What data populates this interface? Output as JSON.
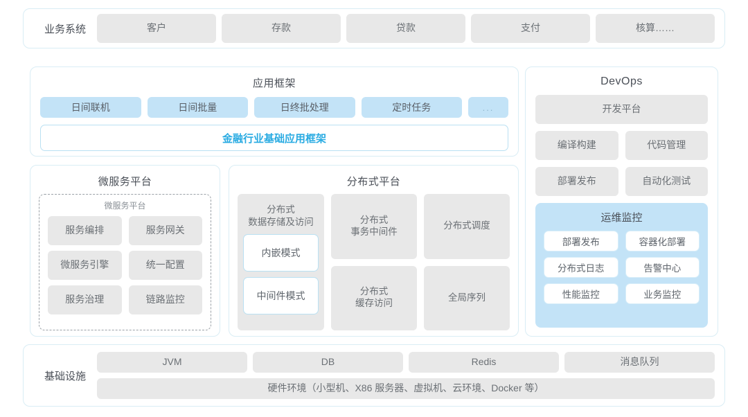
{
  "colors": {
    "panel_border": "#d9edf5",
    "grey_chip": "#e8e8e8",
    "blue_chip": "#c3e3f7",
    "accent_text": "#29abe2",
    "body_text": "#6b7075"
  },
  "business_row": {
    "label": "业务系统",
    "items": [
      "客户",
      "存款",
      "贷款",
      "支付",
      "核算……"
    ]
  },
  "app_framework": {
    "title": "应用框架",
    "chips": [
      "日间联机",
      "日间批量",
      "日终批处理",
      "定时任务"
    ],
    "more": "...",
    "base_label": "金融行业基础应用框架"
  },
  "microservice": {
    "title": "微服务平台",
    "sub_title": "微服务平台",
    "items": [
      "服务编排",
      "服务网关",
      "微服务引擎",
      "统一配置",
      "服务治理",
      "链路监控"
    ]
  },
  "distributed": {
    "title": "分布式平台",
    "col_a": {
      "head": "分布式\n数据存储及访问",
      "head_line1": "分布式",
      "head_line2": "数据存储及访问",
      "modes": [
        "内嵌模式",
        "中间件模式"
      ]
    },
    "col_b": [
      {
        "line1": "分布式",
        "line2": "事务中间件"
      },
      {
        "line1": "分布式",
        "line2": "缓存访问"
      }
    ],
    "col_c": [
      {
        "line1": "分布式调度",
        "line2": ""
      },
      {
        "line1": "全局序列",
        "line2": ""
      }
    ]
  },
  "devops": {
    "title": "DevOps",
    "platform": "开发平台",
    "items": [
      "编译构建",
      "代码管理",
      "部署发布",
      "自动化测试"
    ],
    "ops": {
      "title": "运维监控",
      "items": [
        "部署发布",
        "容器化部署",
        "分布式日志",
        "告警中心",
        "性能监控",
        "业务监控"
      ]
    }
  },
  "infrastructure": {
    "label": "基础设施",
    "items": [
      "JVM",
      "DB",
      "Redis",
      "消息队列"
    ],
    "hardware": "硬件环境（小型机、X86 服务器、虚拟机、云环境、Docker 等）"
  }
}
